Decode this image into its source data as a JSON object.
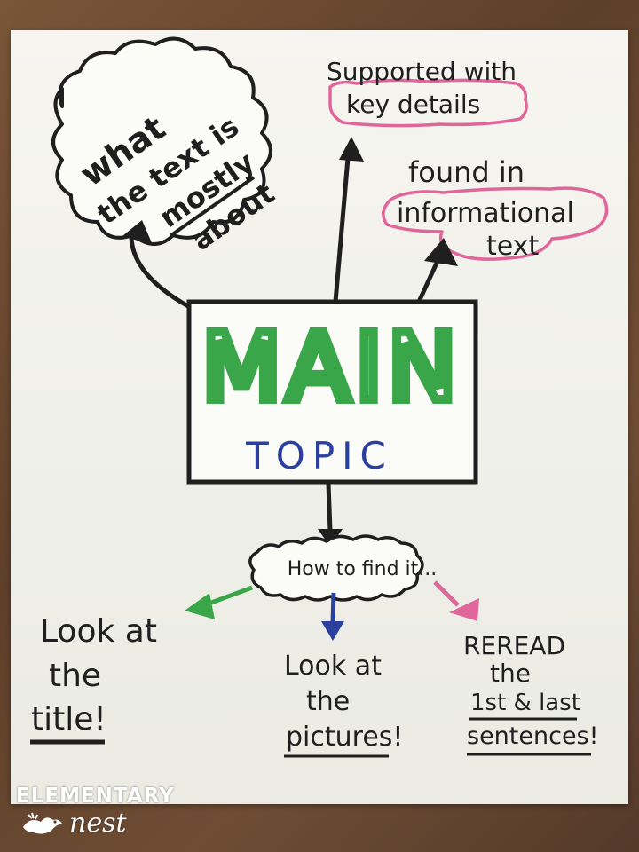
{
  "chart": {
    "cloud_text": {
      "line1": "what",
      "line2": "the text is",
      "line3": "mostly",
      "line4": "about"
    },
    "detail_note": {
      "line1": "Supported with",
      "line2": "key details"
    },
    "info_note": {
      "line1": "found in",
      "line2": "informational",
      "line3": "text"
    },
    "main_box": {
      "title": "MAIN",
      "subtitle": "TOPIC"
    },
    "find_cloud": "How to find it...",
    "tips": {
      "left": {
        "line1": "Look at",
        "line2": "the",
        "line3": "title!"
      },
      "middle": {
        "line1": "Look at",
        "line2": "the",
        "line3": "pictures!"
      },
      "right": {
        "line1": "REREAD",
        "line2": "the",
        "line3": "1st & last",
        "line4": "sentences!"
      }
    }
  },
  "logo": {
    "word": "ELEMENTARY",
    "script": "nest"
  },
  "colors": {
    "marker_black": "#1f1f1f",
    "marker_green": "#3aa64a",
    "marker_blue": "#2a3f9e",
    "marker_pink": "#e0669a",
    "paper": "#f3f2ec"
  }
}
